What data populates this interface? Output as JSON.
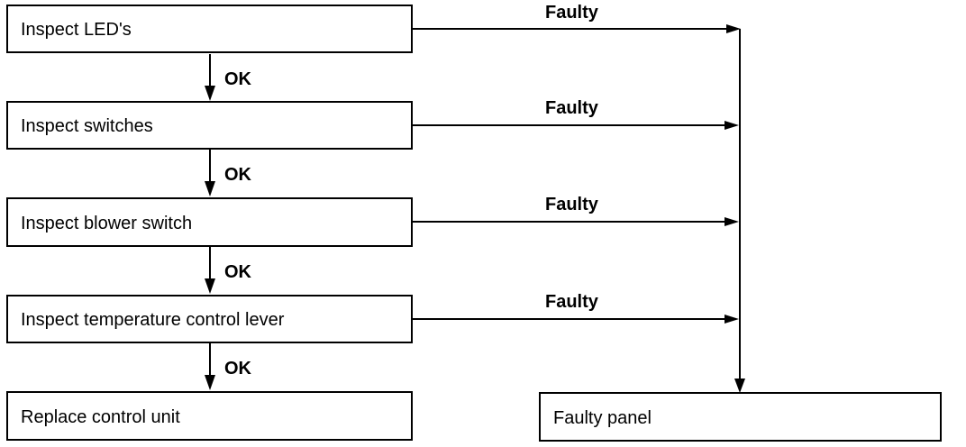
{
  "steps": [
    {
      "label": "Inspect LED's"
    },
    {
      "label": "Inspect switches"
    },
    {
      "label": "Inspect blower switch"
    },
    {
      "label": "Inspect temperature control lever"
    },
    {
      "label": "Replace control unit"
    }
  ],
  "ok_labels": [
    "OK",
    "OK",
    "OK",
    "OK"
  ],
  "faulty_labels": [
    "Faulty",
    "Faulty",
    "Faulty",
    "Faulty"
  ],
  "outcome": {
    "label": "Faulty panel"
  }
}
